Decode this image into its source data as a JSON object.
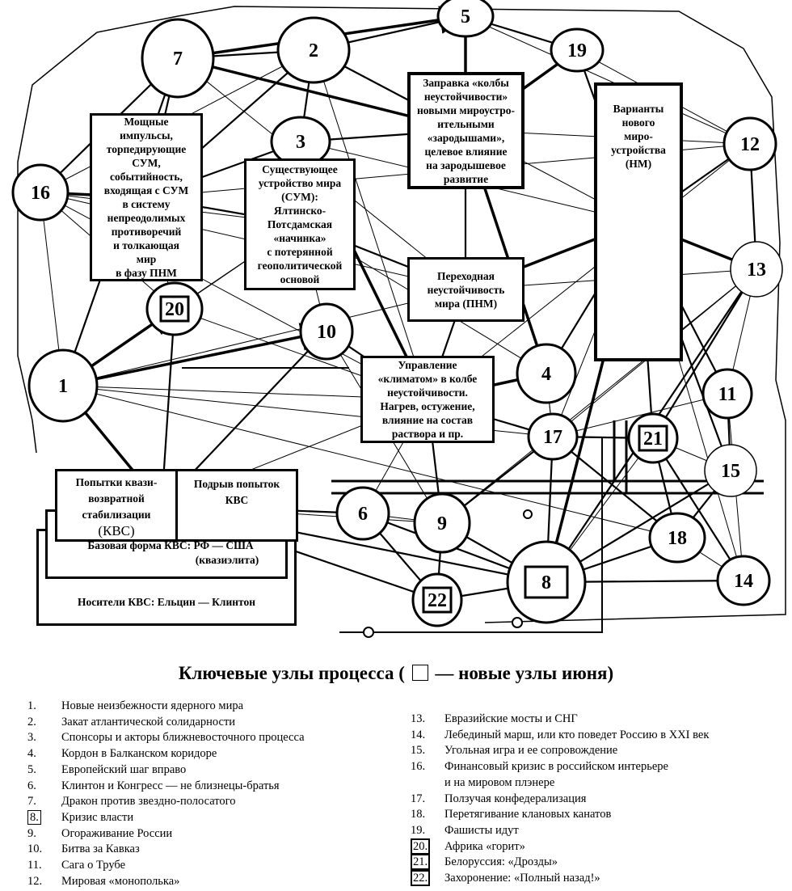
{
  "diagram": {
    "nodes": [
      {
        "id": "1",
        "label": "1",
        "boxed": false
      },
      {
        "id": "2",
        "label": "2",
        "boxed": false
      },
      {
        "id": "3",
        "label": "3",
        "boxed": false
      },
      {
        "id": "4",
        "label": "4",
        "boxed": false
      },
      {
        "id": "5",
        "label": "5",
        "boxed": false
      },
      {
        "id": "6",
        "label": "6",
        "boxed": false
      },
      {
        "id": "7",
        "label": "7",
        "boxed": false
      },
      {
        "id": "8",
        "label": "8",
        "boxed": true
      },
      {
        "id": "9",
        "label": "9",
        "boxed": false
      },
      {
        "id": "10",
        "label": "10",
        "boxed": false
      },
      {
        "id": "11",
        "label": "11",
        "boxed": false
      },
      {
        "id": "12",
        "label": "12",
        "boxed": false
      },
      {
        "id": "13",
        "label": "13",
        "boxed": false
      },
      {
        "id": "14",
        "label": "14",
        "boxed": false
      },
      {
        "id": "15",
        "label": "15",
        "boxed": false
      },
      {
        "id": "16",
        "label": "16",
        "boxed": false
      },
      {
        "id": "17",
        "label": "17",
        "boxed": false
      },
      {
        "id": "18",
        "label": "18",
        "boxed": false
      },
      {
        "id": "19",
        "label": "19",
        "boxed": false
      },
      {
        "id": "20",
        "label": "20",
        "boxed": true
      },
      {
        "id": "21",
        "label": "21",
        "boxed": true
      },
      {
        "id": "22",
        "label": "22",
        "boxed": true
      }
    ],
    "boxes": {
      "impulses": "Мощные\nимпульсы,\nторпедирующие\nСУМ,\nсобытийность,\nвходящая с СУМ\nв систему\nнепреодолимых\nпротиворечий\nи толкающая\nмир\nв фазу ПНМ",
      "sum": "Существующее\nустройство мира\n(СУМ):\nЯлтинско-\nПотсдамская\n«начинка»\nс потерянной\nгеопо­литической\nосновой",
      "refill": "Заправка «колбы\nнеустойчивости»\nновыми мироустро-\nительными\n«зародышами»,\nцелевое влияние\nна зародышевое\nразвитие",
      "pnm": "Переходная\nнеустойчивость\nмира   (ПНМ)",
      "nm": "Варианты\nнового\nмиро-\nустройства\n(НМ)",
      "climate": "Управление\n«климатом»  в колбе\nнеустойчивости.\nНагрев, остужение,\nвлияние на состав\nраствора и пр.",
      "kvs_attempts": "Попытки квази-\nвозвратной\nстабилизации",
      "kvs_abbr": "(КВС)",
      "kvs_undermine": "Подрыв попыток\nКВС",
      "kvs_base": "Базовая форма КВС: РФ — США",
      "kvs_base_sub": "(квазиэлита)",
      "kvs_carriers": "Носители КВС: Ельцин — Клинтон"
    }
  },
  "legend": {
    "title_before": "Ключевые узлы процесса (",
    "title_after": "— новые узлы июня)",
    "left": [
      {
        "num": "1.",
        "text": "Новые неизбежности ядерного мира",
        "new": false
      },
      {
        "num": "2.",
        "text": "Закат атлантической солидарности",
        "new": false
      },
      {
        "num": "3.",
        "text": "Спонсоры и акторы ближневосточного процесса",
        "new": false
      },
      {
        "num": "4.",
        "text": "Кордон в Балканском  коридоре",
        "new": false
      },
      {
        "num": "5.",
        "text": "Европейский шаг вправо",
        "new": false
      },
      {
        "num": "6.",
        "text": "Клинтон и Конгресс — не близнецы-братья",
        "new": false
      },
      {
        "num": "7.",
        "text": "Дракон против звездно-полосатого",
        "new": false
      },
      {
        "num": "8.",
        "text": "Кризис власти",
        "new": true
      },
      {
        "num": "9.",
        "text": "Огораживание России",
        "new": false
      },
      {
        "num": "10.",
        "text": "Битва за Кавказ",
        "new": false
      },
      {
        "num": "11.",
        "text": "Сага о Трубе",
        "new": false
      },
      {
        "num": "12.",
        "text": "Мировая «монополька»",
        "new": false
      }
    ],
    "right": [
      {
        "num": "13.",
        "text": "Евразийские мосты и СНГ",
        "new": false
      },
      {
        "num": "14.",
        "text": "Лебединый марш, или кто поведет Россию в XXI век",
        "new": false
      },
      {
        "num": "15.",
        "text": "Угольная игра и ее сопровождение",
        "new": false
      },
      {
        "num": "16.",
        "text": "Финансовый кризис в российском интерьере",
        "new": false
      },
      {
        "num": "",
        "text": "и на мировом плэнере",
        "new": false
      },
      {
        "num": "17.",
        "text": "Ползучая конфедерализация",
        "new": false
      },
      {
        "num": "18.",
        "text": "Перетягивание клановых канатов",
        "new": false
      },
      {
        "num": "19.",
        "text": "Фашисты идут",
        "new": false
      },
      {
        "num": "20.",
        "text": "Африка «горит»",
        "new": true
      },
      {
        "num": "21.",
        "text": "Белоруссия: «Дрозды»",
        "new": true
      },
      {
        "num": "22.",
        "text": "Захоронение: «Полный назад!»",
        "new": true
      }
    ]
  }
}
